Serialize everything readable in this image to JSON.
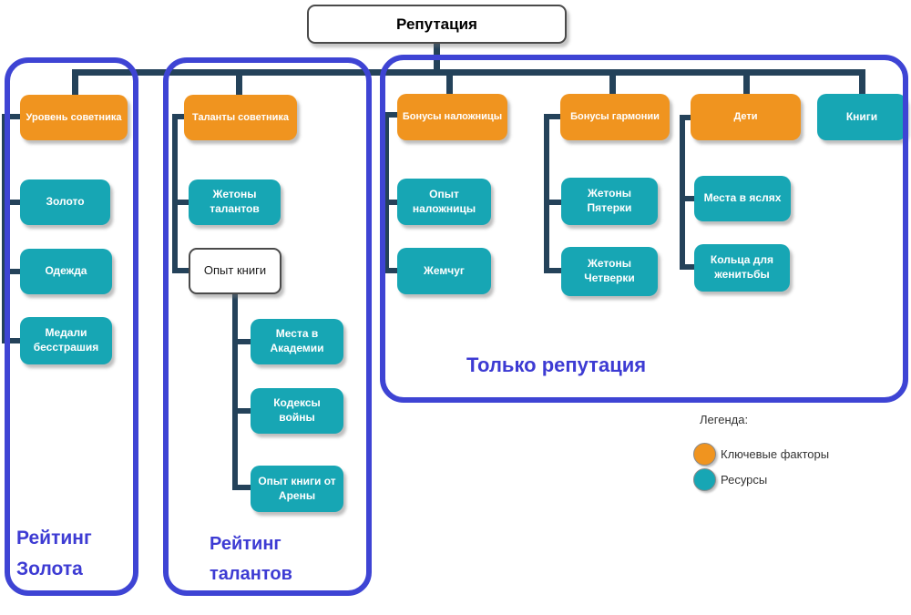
{
  "root": {
    "label": "Репутация"
  },
  "groups": {
    "gold": {
      "label": "Рейтинг Золота"
    },
    "talents": {
      "label": "Рейтинг талантов"
    },
    "reputation_only": {
      "label": "Только репутация"
    }
  },
  "nodes": {
    "advisor_level": {
      "label": "Уровень советника",
      "type": "key"
    },
    "gold": {
      "label": "Золото",
      "type": "resource"
    },
    "clothes": {
      "label": "Одежда",
      "type": "resource"
    },
    "fearless_medals": {
      "label": "Медали бесстрашия",
      "type": "resource"
    },
    "advisor_talents": {
      "label": "Таланты советника",
      "type": "key"
    },
    "talent_tokens": {
      "label": "Жетоны талантов",
      "type": "resource"
    },
    "book_exp": {
      "label": "Опыт книги",
      "type": "plain"
    },
    "academy_places": {
      "label": "Места в Академии",
      "type": "resource"
    },
    "war_codices": {
      "label": "Кодексы войны",
      "type": "resource"
    },
    "arena_book_exp": {
      "label": "Опыт книги от Арены",
      "type": "resource"
    },
    "concubine_bonuses": {
      "label": "Бонусы наложницы",
      "type": "key"
    },
    "concubine_exp": {
      "label": "Опыт наложницы",
      "type": "resource"
    },
    "pearls": {
      "label": "Жемчуг",
      "type": "resource"
    },
    "harmony_bonuses": {
      "label": "Бонусы гармонии",
      "type": "key"
    },
    "five_tokens": {
      "label": "Жетоны Пятерки",
      "type": "resource"
    },
    "four_tokens": {
      "label": "Жетоны Четверки",
      "type": "resource"
    },
    "children": {
      "label": "Дети",
      "type": "key"
    },
    "nursery_places": {
      "label": "Места в яслях",
      "type": "resource"
    },
    "wedding_rings": {
      "label": "Кольца для женитьбы",
      "type": "resource"
    },
    "books": {
      "label": "Книги",
      "type": "resource"
    }
  },
  "legend": {
    "title": "Легенда:",
    "key_factors": "Ключевые факторы",
    "resources": "Ресурсы"
  },
  "colors": {
    "key_factor": "#f0941f",
    "resource": "#17a6b4",
    "connector": "#24425a",
    "group_border": "#3e44d4",
    "group_label_text": "#3d3bd3"
  }
}
